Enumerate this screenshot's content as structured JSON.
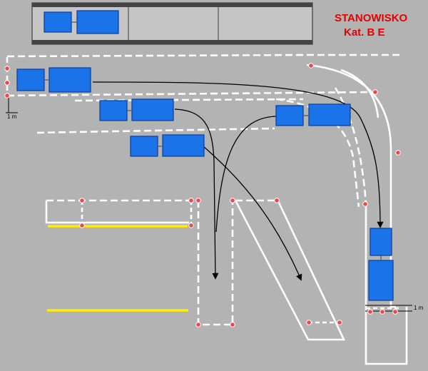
{
  "title": {
    "line1": "STANOWISKO",
    "line2": "Kat. B E"
  },
  "dimension_labels": {
    "left": "1 m",
    "right": "1 m"
  },
  "colors": {
    "background": "#b3b3b3",
    "road_top": "#c4c4c4",
    "road_top_border": "#444444",
    "vehicle_fill": "#1a73e8",
    "vehicle_stroke": "#0a3d99",
    "lane_marking": "#ffffff",
    "yellow_line": "#ffee00",
    "cone": "#e84a4a",
    "path_arrow": "#000000",
    "title": "#e60000"
  },
  "icons": {
    "cone": "traffic-cone-icon",
    "vehicle": "car-with-trailer-icon"
  }
}
